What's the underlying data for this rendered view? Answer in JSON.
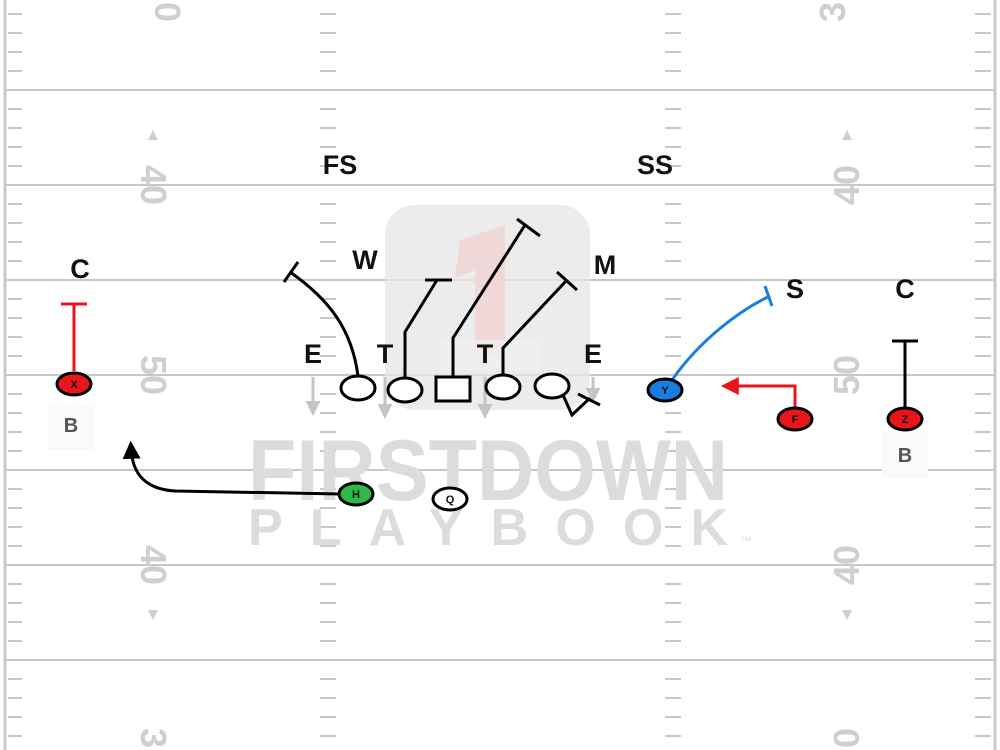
{
  "yard_numbers": {
    "top_left": "0",
    "top_right": "3",
    "upper_left": "40",
    "upper_right": "40",
    "mid_left": "50",
    "mid_right": "50",
    "lower_left": "40",
    "lower_right": "40",
    "bottom_left": "3",
    "bottom_right": "0"
  },
  "watermark": {
    "title": "FIRSTDOWN",
    "subtitle": "PLAYBOOK",
    "trademark": "™"
  },
  "defense": {
    "free_safety": "FS",
    "strong_safety": "SS",
    "will": "W",
    "mike": "M",
    "sam": "S",
    "corner_left": "C",
    "corner_right": "C",
    "end_left": "E",
    "tackle_left": "T",
    "tackle_right": "T",
    "end_right": "E"
  },
  "offense": {
    "x_receiver": "X",
    "y_receiver": "Y",
    "f_back": "F",
    "z_receiver": "Z",
    "h_back": "H",
    "quarterback": "Q"
  },
  "tags": {
    "left": "B",
    "right": "B"
  },
  "colors": {
    "x_receiver": "#e8161b",
    "z_receiver": "#e8161b",
    "f_back": "#e8161b",
    "y_receiver": "#1a7ee0",
    "h_back": "#2fb84a",
    "y_route": "#1a7ee0",
    "x_route": "#e8161b",
    "f_route": "#e8161b",
    "default_route": "#000000",
    "yard_lines": "#c8c8c8",
    "defense_labels": "#111111"
  }
}
